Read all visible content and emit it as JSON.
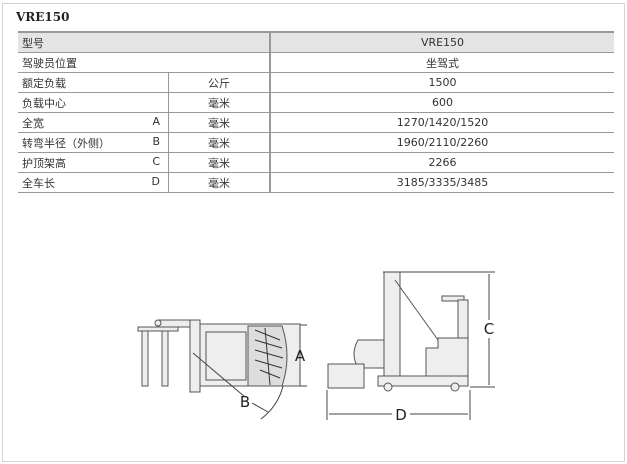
{
  "title": "VRE150",
  "table": {
    "header": {
      "label": "型号",
      "value": "VRE150"
    },
    "rows": [
      {
        "label": "驾驶员位置",
        "letter": "",
        "unit": "",
        "value": "坐驾式"
      },
      {
        "label": "额定负载",
        "letter": "",
        "unit": "公斤",
        "value": "1500"
      },
      {
        "label": "负载中心",
        "letter": "",
        "unit": "毫米",
        "value": "600"
      },
      {
        "label": "全宽",
        "letter": "A",
        "unit": "毫米",
        "value": "1270/1420/1520"
      },
      {
        "label": "转弯半径（外侧）",
        "letter": "B",
        "unit": "毫米",
        "value": "1960/2110/2260"
      },
      {
        "label": "护顶架高",
        "letter": "C",
        "unit": "毫米",
        "value": "2266"
      },
      {
        "label": "全车长",
        "letter": "D",
        "unit": "毫米",
        "value": "3185/3335/3485"
      }
    ]
  },
  "diagram": {
    "labels": {
      "a": "A",
      "b": "B",
      "c": "C",
      "d": "D"
    }
  }
}
